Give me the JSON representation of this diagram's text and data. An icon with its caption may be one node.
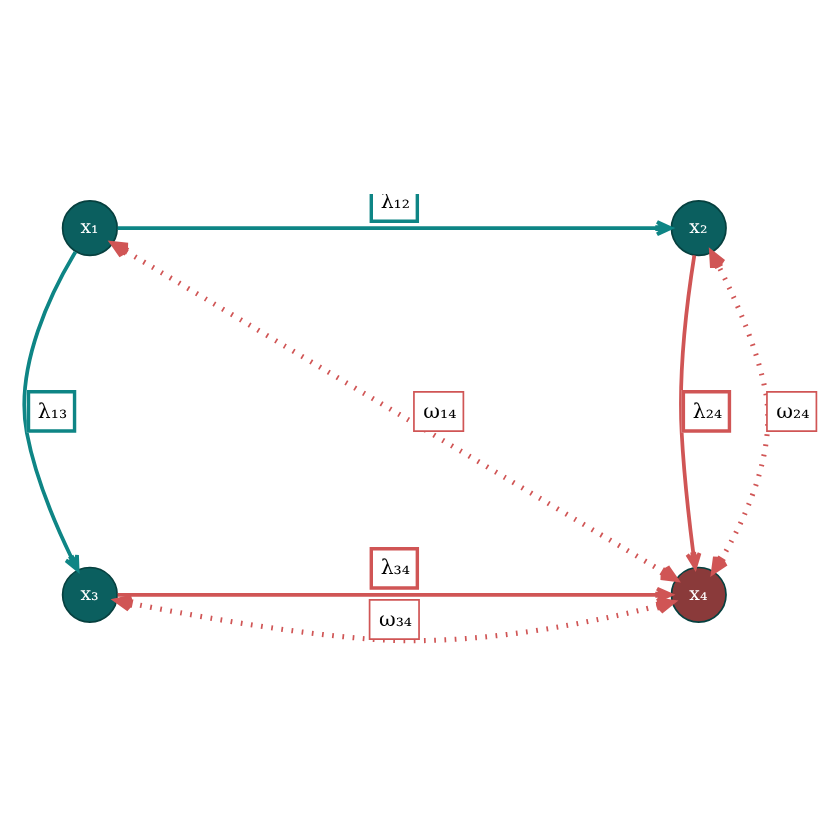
{
  "diagram": {
    "nodes": [
      {
        "text": [
          "x₁"
        ]
      },
      {
        "text": [
          "x₂"
        ]
      },
      {
        "text": [
          "x₃"
        ]
      },
      {
        "text": [
          "x₄"
        ]
      }
    ],
    "edges": [
      {
        "from": 0,
        "to": 1,
        "arrow": "to",
        "label": "λ₁₂",
        "color": "#0e8585"
      },
      {
        "from": 0,
        "to": 2,
        "arrow": "to",
        "label": "λ₁₃",
        "color": "#0e8585"
      },
      {
        "from": 1,
        "to": 3,
        "arrow": "to",
        "label": "λ₂₄"
      },
      {
        "from": 2,
        "to": 3,
        "arrow": "to",
        "label": "λ₃₄"
      },
      {
        "from": 3,
        "to": 0,
        "arrow": "both",
        "label": "ω₁₄",
        "style": "dashed"
      },
      {
        "from": 3,
        "to": 1,
        "arrow": "both",
        "label": "ω₂₄",
        "style": "dashed"
      },
      {
        "from": 2,
        "to": 3,
        "arrow": "both",
        "label": "ω₃₄",
        "style": "dashed"
      }
    ]
  }
}
